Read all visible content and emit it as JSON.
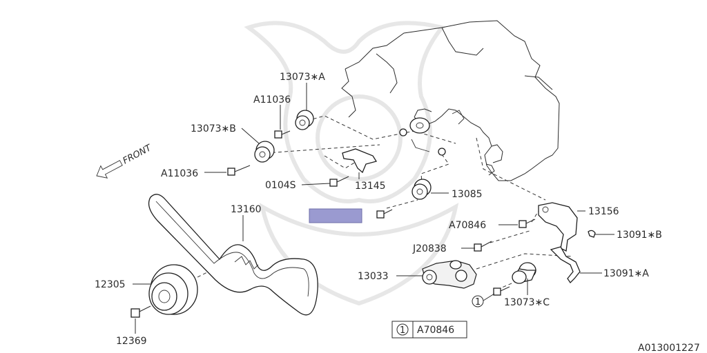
{
  "parts": {
    "p13073A": "13073∗A",
    "pA11036top": "A11036",
    "p13073B": "13073∗B",
    "pA11036left": "A11036",
    "p0104S": "0104S",
    "p13145": "13145",
    "p13085": "13085",
    "p13160": "13160",
    "p13156": "13156",
    "pA70846": "A70846",
    "p13091B": "13091∗B",
    "pJ20838": "J20838",
    "p13033": "13033",
    "p13091A": "13091∗A",
    "p12305": "12305",
    "p12369": "12369",
    "p13073C": "13073∗C",
    "circled1": "1"
  },
  "legend": {
    "symbol": "1",
    "part": "A70846"
  },
  "front_label": "FRONT",
  "diagram_id": "A013001227",
  "highlight_color": "#9a9ad0"
}
